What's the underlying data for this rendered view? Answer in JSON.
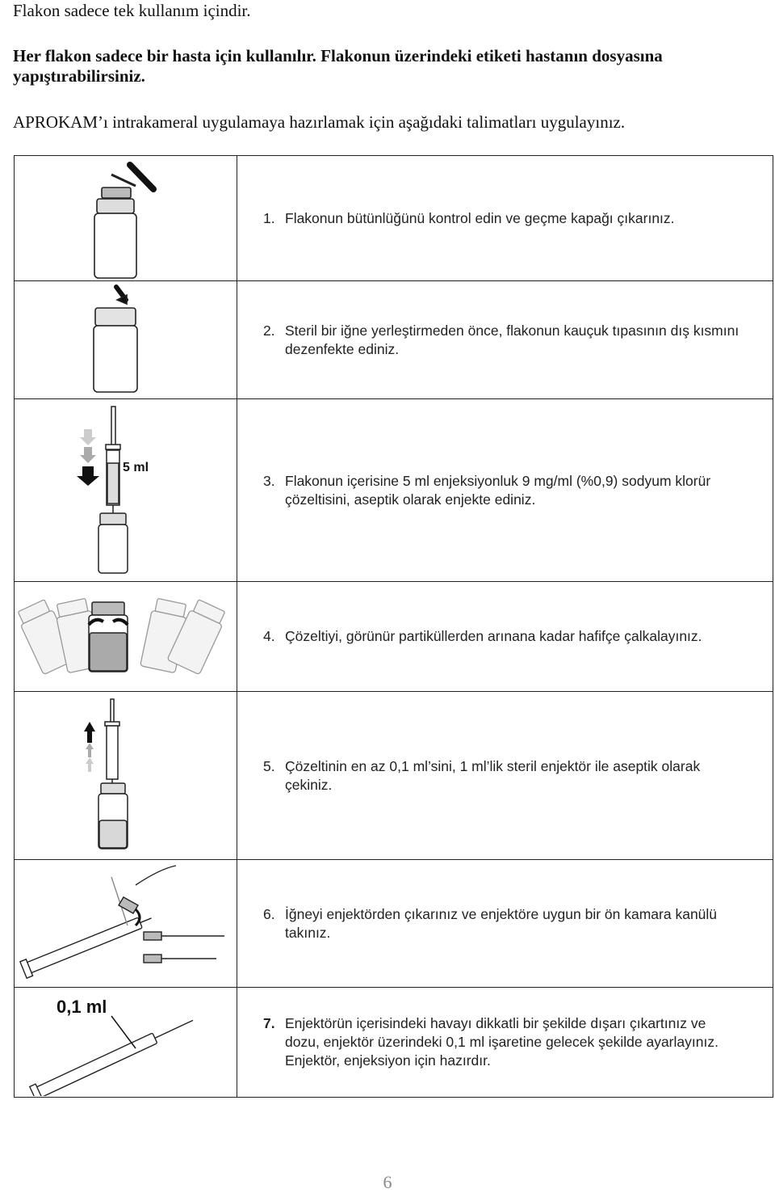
{
  "intro": {
    "line1": "Flakon sadece tek kullanım içindir.",
    "line2": "Her flakon sadece bir hasta için kullanılır. Flakonun üzerindeki etiketi hastanın dosyasına",
    "line3": "yapıştırabilirsiniz.",
    "line4": "APROKAM’ı intrakameral uygulamaya hazırlamak için aşağıdaki talimatları uygulayınız."
  },
  "steps": [
    {
      "num": "1.",
      "lines": [
        "Flakonun bütünlüğünü kontrol edin ve geçme kapağı çıkarınız."
      ],
      "icon": "vial-cap-removal-icon"
    },
    {
      "num": "2.",
      "lines": [
        "Steril bir iğne yerleştirmeden önce, flakonun kauçuk tıpasının dış kısmını",
        "dezenfekte ediniz."
      ],
      "icon": "vial-disinfect-icon"
    },
    {
      "num": "3.",
      "lines": [
        "Flakonun içerisine 5 ml enjeksiyonluk 9 mg/ml (%0,9) sodyum klorür",
        "çözeltisini, aseptik olarak enjekte ediniz."
      ],
      "icon": "syringe-inject-icon",
      "label": "5 ml"
    },
    {
      "num": "4.",
      "lines": [
        "Çözeltiyi, görünür partiküllerden arınana kadar hafifçe çalkalayınız."
      ],
      "icon": "vial-swirl-icon"
    },
    {
      "num": "5.",
      "lines": [
        "Çözeltinin en az 0,1 ml’sini, 1 ml’lik steril enjektör ile aseptik olarak",
        "çekiniz."
      ],
      "icon": "syringe-withdraw-icon"
    },
    {
      "num": "6.",
      "lines": [
        "İğneyi enjektörden çıkarınız ve enjektöre uygun bir ön kamara kanülü",
        "takınız."
      ],
      "icon": "needle-cannula-swap-icon"
    },
    {
      "num": "7.",
      "lines": [
        "Enjektörün içerisindeki havayı dikkatli bir şekilde dışarı çıkartınız ve",
        "dozu, enjektör üzerindeki 0,1 ml işaretine gelecek şekilde ayarlayınız.",
        "Enjektör, enjeksiyon için hazırdır."
      ],
      "icon": "syringe-dose-icon",
      "label": "0,1 ml"
    }
  ],
  "page_number": "6"
}
